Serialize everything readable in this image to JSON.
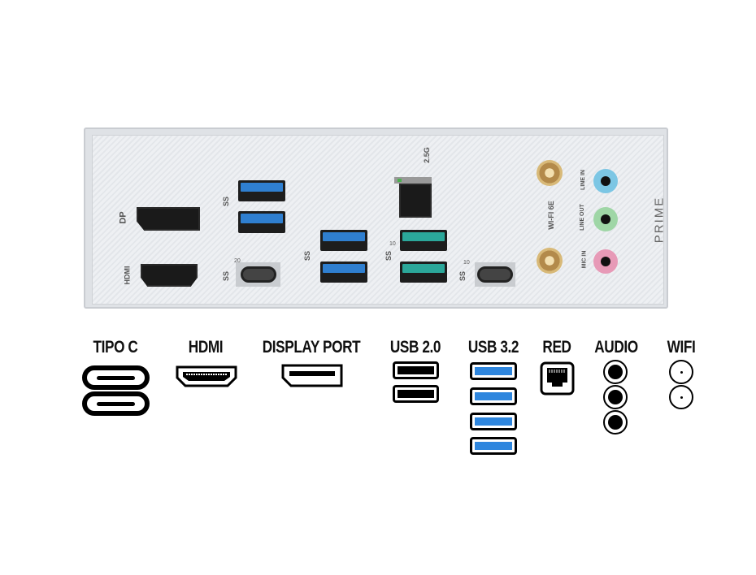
{
  "panel": {
    "dp_label": "DP",
    "hdmi_label": "HDMI",
    "ss_label": "SS",
    "ss20": "20",
    "ss10": "10",
    "lan_label": "2.5G",
    "wifi_label": "WI-FI 6E",
    "line_in": "LINE IN",
    "line_out": "LINE OUT",
    "mic_in": "MIC IN",
    "brand": "PRIME"
  },
  "legend": [
    "TIPO C",
    "HDMI",
    "DISPLAY PORT",
    "USB 2.0",
    "USB 3.2",
    "RED",
    "AUDIO",
    "WIFI"
  ],
  "colors": {
    "usb3": "#2f7fd0",
    "usb10": "#2ba79a",
    "line_in": "#7cc6e4",
    "line_out": "#9fd6a6",
    "mic_in": "#e79ab7"
  }
}
